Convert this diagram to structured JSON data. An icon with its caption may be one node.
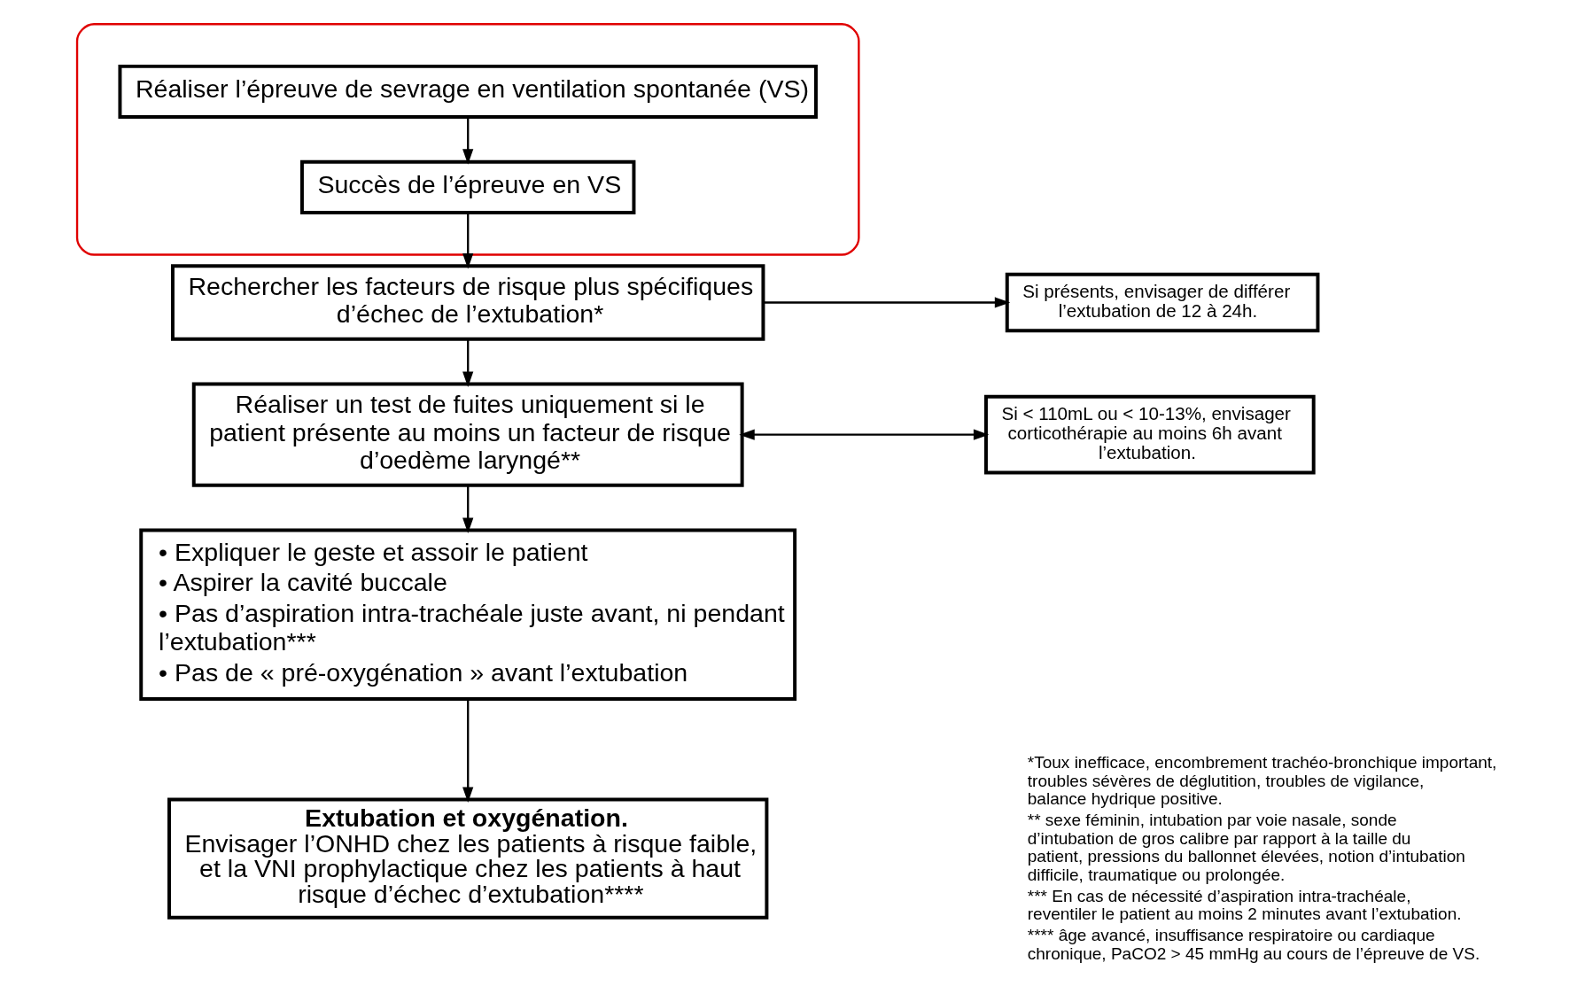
{
  "diagram": {
    "nodes": [
      {
        "text": [],
        "shape": "box"
      },
      {
        "text": [
          "Réaliser l’épreuve de sevrage en ventilation spontanée (VS)"
        ],
        "in": 0
      },
      {
        "text": [
          "Succès de l’épreuve en VS"
        ],
        "in": 0
      },
      {
        "text": [
          "Rechercher les facteurs de risque plus spécifiques d’échec de l’extubation*"
        ]
      },
      {
        "text": [
          "Si présents, envisager de différer l’extubation de 12 à 24h."
        ]
      },
      {
        "text": [
          "Réaliser un test de fuites uniquement si le patient présente au moins un facteur de risque d’oedème laryngé**"
        ]
      },
      {
        "text": [
          "Si < 110mL ou < 10-13%, envisager corticothérapie au moins 6h avant l’extubation."
        ]
      },
      {
        "text": [
          "• Expliquer le geste et assoir le patient",
          "• Aspirer la cavité buccale",
          "• Pas d’aspiration intra-trachéale juste avant, ni pendant l’extubation***",
          "• Pas de « pré-oxygénation » avant l’extubation"
        ]
      },
      {
        "text": [
          "Extubation et oxygénation.",
          "Envisager l’ONHD chez les patients à risque faible, et la VNI prophylactique chez les patients à haut risque d’échec d’extubation****"
        ]
      }
    ],
    "edges": [
      {
        "from": 1,
        "to": 2,
        "arrow": "to"
      },
      {
        "from": 2,
        "to": 3,
        "arrow": "to"
      },
      {
        "from": 3,
        "to": 4,
        "arrow": "to"
      },
      {
        "from": 3,
        "to": 5,
        "arrow": "to"
      },
      {
        "from": 5,
        "to": 6,
        "arrow": "both"
      },
      {
        "from": 5,
        "to": 7,
        "arrow": "to"
      },
      {
        "from": 7,
        "to": 8,
        "arrow": "to"
      }
    ],
    "labels": [
      "*Toux inefficace, encombrement trachéo-bronchique important, troubles sévères de déglutition, troubles de vigilance, balance hydrique positive.",
      "** sexe féminin, intubation par voie nasale, sonde d’intubation de gros calibre par rapport à la taille du patient, pressions du ballonnet élevées, notion d’intubation difficile, traumatique ou prolongée.",
      "*** En cas de nécessité d’aspiration intra-trachéale, reventiler le patient au moins 2 minutes avant l’extubation.",
      "**** âge avancé, insuffisance respiratoire ou cardiaque chronique, PaCO2 > 45 mmHg au cours de l’épreuve de VS."
    ]
  }
}
